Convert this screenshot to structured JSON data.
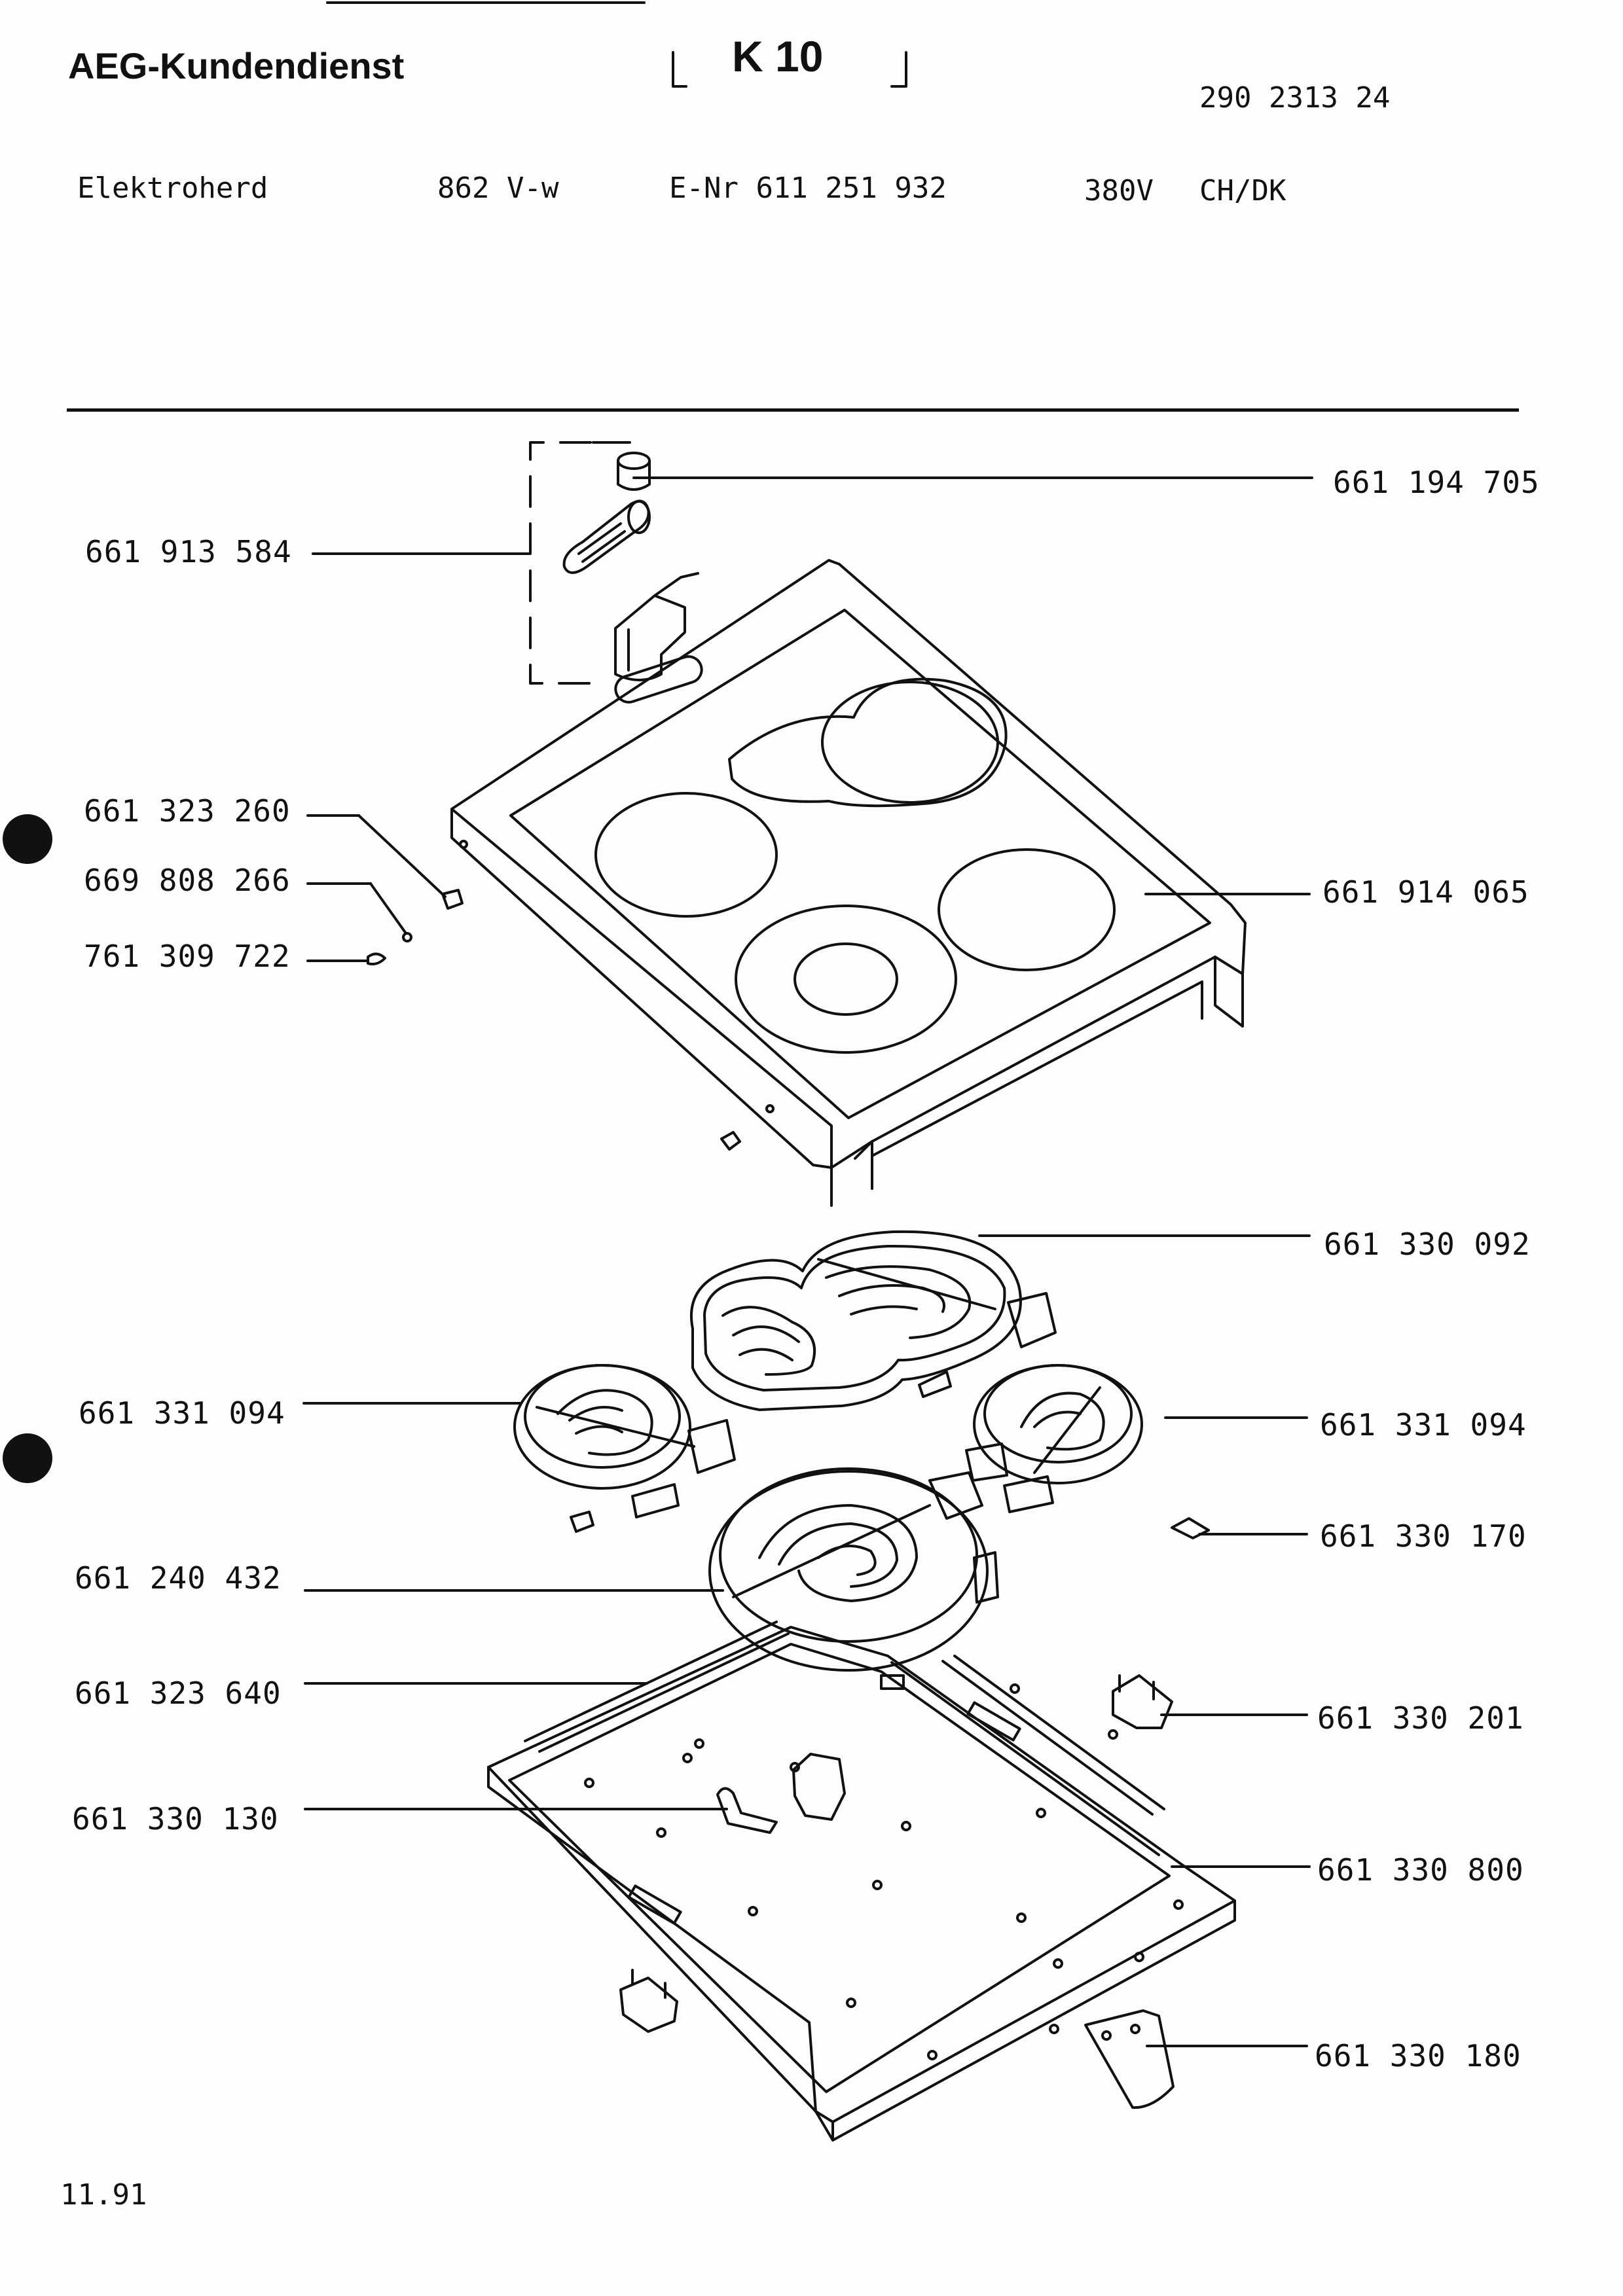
{
  "header": {
    "brand": "AEG-Kundendienst",
    "code": "K 10",
    "doc_number": "290 2313 24"
  },
  "model_line": {
    "appliance": "Elektroherd",
    "model": "862 V-w",
    "e_nr": "E-Nr 611 251 932",
    "voltage": "380V",
    "country": "CH/DK"
  },
  "parts": {
    "p1": "661 194 705",
    "p2": "661 913 584",
    "p3": "661 323 260",
    "p4": "669 808 266",
    "p5": "761 309 722",
    "p6": "661 914 065",
    "p7": "661 330 092",
    "p8": "661 331 094",
    "p9": "661 331 094",
    "p10": "661 330 170",
    "p11": "661 240 432",
    "p12": "661 323 640",
    "p13": "661 330 201",
    "p14": "661 330 130",
    "p15": "661 330 800",
    "p16": "661 330 180"
  },
  "footer": {
    "date": "11.91"
  }
}
